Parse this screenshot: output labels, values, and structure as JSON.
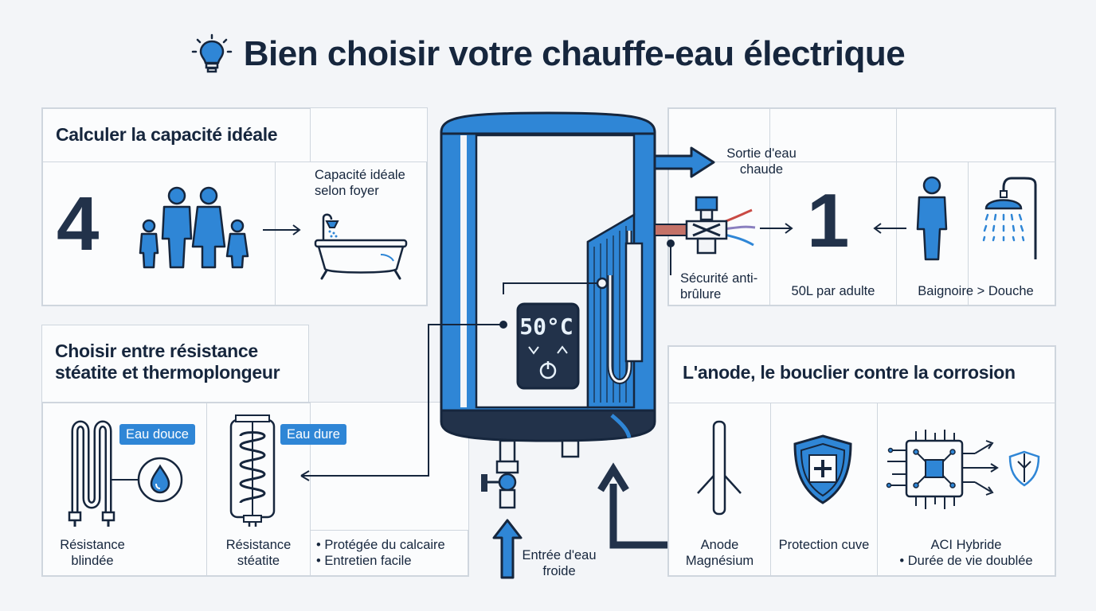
{
  "title": "Bien choisir votre chauffe-eau électrique",
  "colors": {
    "primary_blue": "#2f86d6",
    "dark_navy": "#22324a",
    "background": "#f3f5f8"
  },
  "capacity": {
    "title": "Calculer la capacité idéale",
    "household_count": "4",
    "ideal_label": "Capacité idéale selon foyer",
    "icons": [
      "family-icon",
      "bathtub-icon"
    ]
  },
  "per_person": {
    "count": "1",
    "adult_label": "50L par adulte",
    "bath_label": "Baignoire > Douche",
    "icons": [
      "person-icon",
      "shower-icon"
    ]
  },
  "heater": {
    "display_temp": "50°C",
    "hot_out_label": "Sortie d'eau chaude",
    "safety_label": "Sécurité anti-brûlure",
    "cold_in_label": "Entrée d'eau froide"
  },
  "resistance": {
    "title": "Choisir entre résistance stéatite et thermoplongeur",
    "soft_tag": "Eau douce",
    "hard_tag": "Eau dure",
    "shielded_label": "Résistance blindée",
    "steatite_label": "Résistance stéatite",
    "benefit_1": "• Protégée du calcaire",
    "benefit_2": "• Entretien facile"
  },
  "anode": {
    "title": "L'anode, le bouclier contre la corrosion",
    "magnesium_label": "Anode Magnésium",
    "protection_label": "Protection cuve",
    "aci_label": "ACI Hybride",
    "aci_benefit": "• Durée de vie doublée"
  }
}
